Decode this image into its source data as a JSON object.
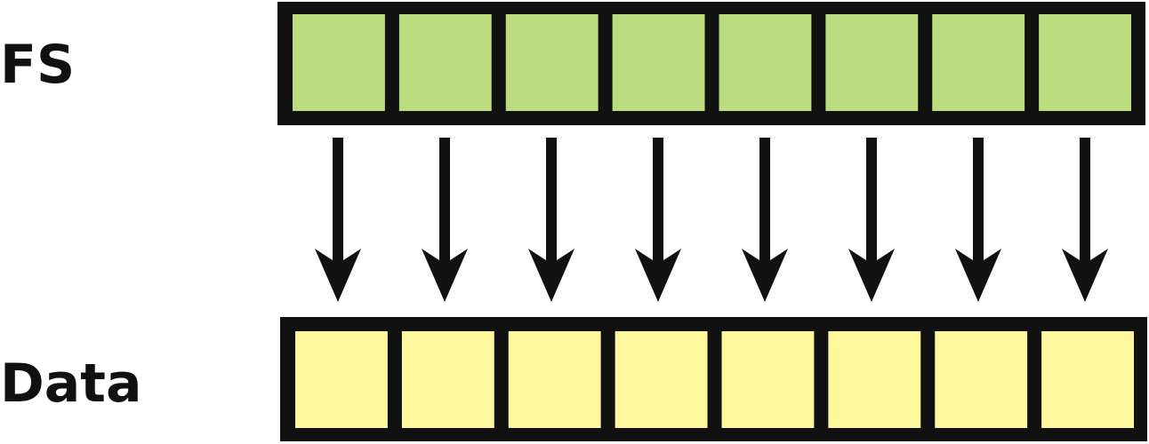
{
  "rows": {
    "fs": {
      "label": "FS",
      "cell_count": 8,
      "cell_color": "#b9dc7f"
    },
    "data": {
      "label": "Data",
      "cell_count": 8,
      "cell_color": "#fff89c"
    }
  },
  "arrows": {
    "count": 8,
    "direction": "down",
    "color": "#111111"
  },
  "frame_color": "#111111"
}
